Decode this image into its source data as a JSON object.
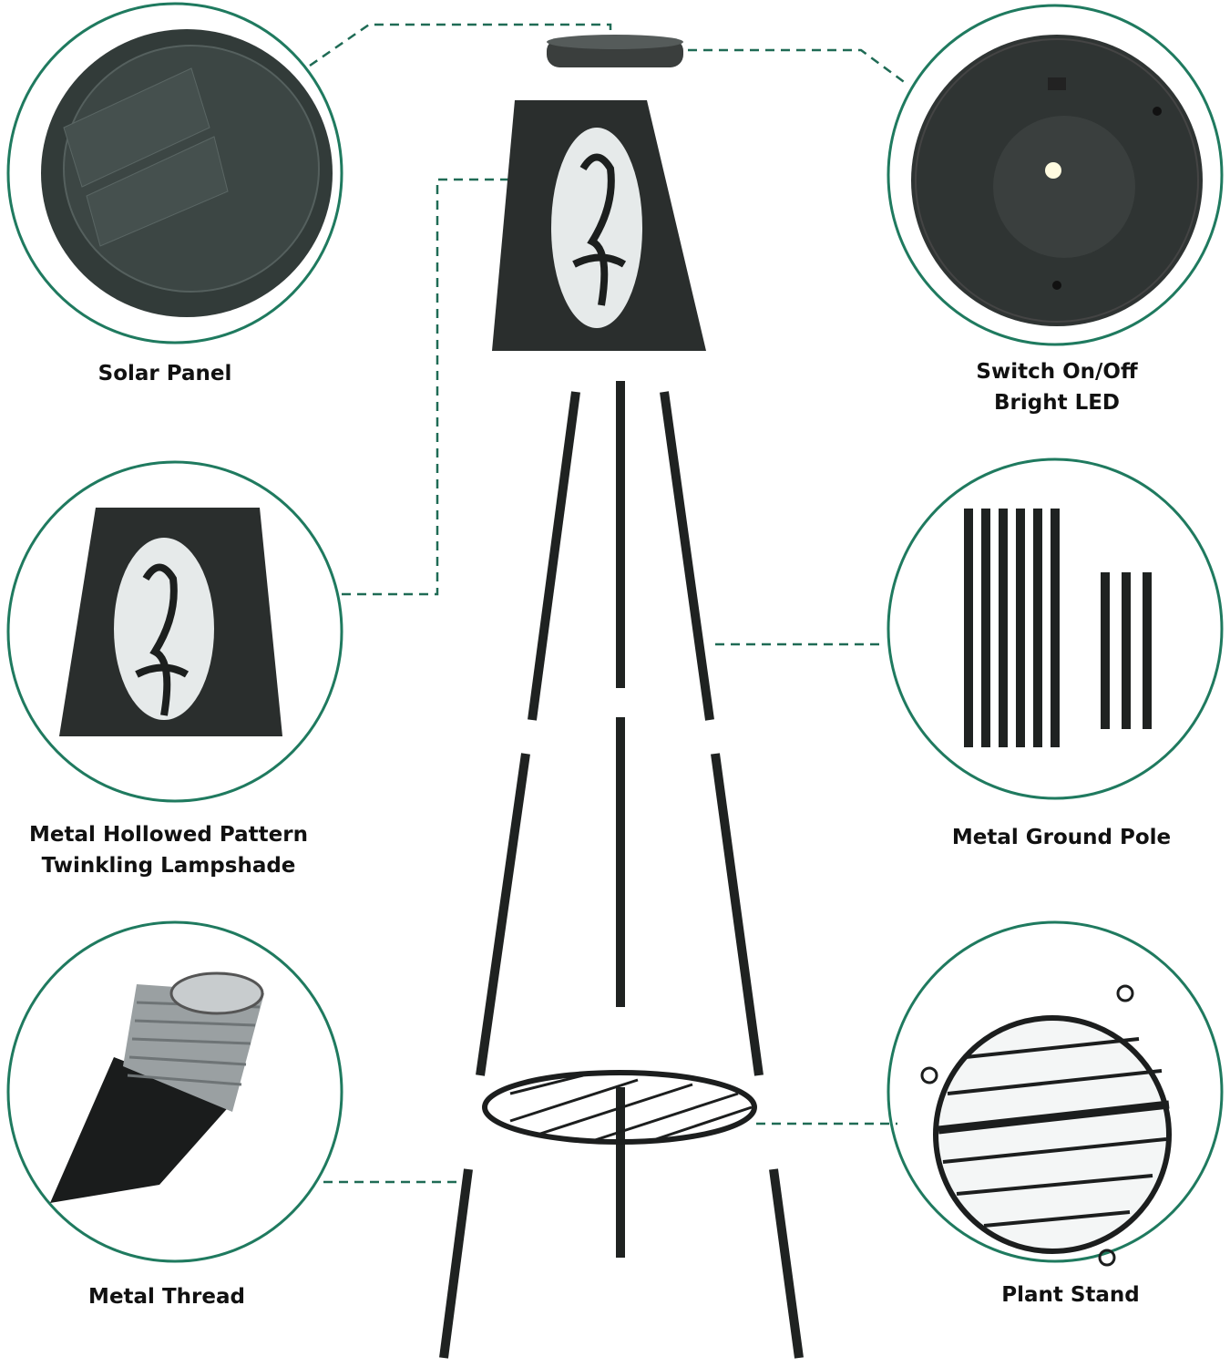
{
  "colors": {
    "circle_border": "#1f7a5f",
    "dashed_line": "#1f6b55",
    "metal": "#2a2e2d",
    "panel": "#3a4442"
  },
  "callouts": [
    {
      "id": "solar-panel",
      "lines": [
        "Solar Panel"
      ]
    },
    {
      "id": "switch",
      "lines": [
        "Switch On/Off",
        "Bright LED"
      ]
    },
    {
      "id": "lampshade",
      "lines": [
        "Metal Hollowed Pattern",
        "Twinkling Lampshade"
      ]
    },
    {
      "id": "ground-pole",
      "lines": [
        "Metal Ground Pole"
      ]
    },
    {
      "id": "metal-thread",
      "lines": [
        "Metal Thread"
      ]
    },
    {
      "id": "plant-stand",
      "lines": [
        "Plant Stand"
      ]
    }
  ]
}
